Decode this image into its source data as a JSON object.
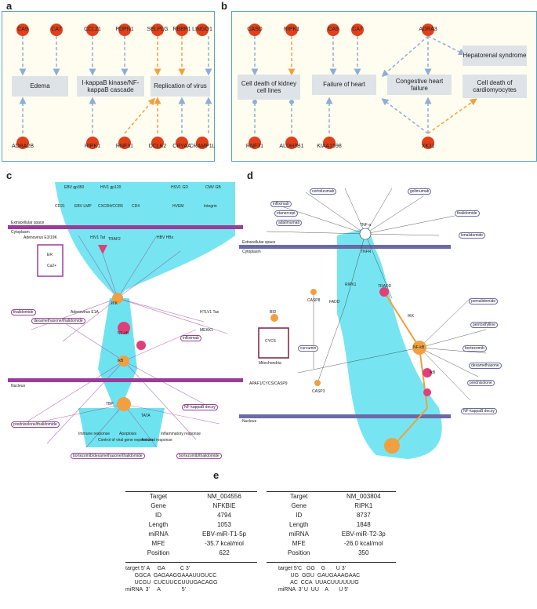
{
  "panel_letters": {
    "a": "a",
    "b": "b",
    "c": "c",
    "d": "d",
    "e": "e"
  },
  "panel_a": {
    "top_nodes": [
      "CA9",
      "CA7",
      "CCL21",
      "PDPN1",
      "SELPLG",
      "RBBP1",
      "LINGO1"
    ],
    "bottom_nodes": [
      "ADRA2B",
      "RIPK1",
      "RNF31",
      "DCLK2",
      "CRYAA",
      "CRAMP1L"
    ],
    "boxes": [
      "Edema",
      "I-kappaB kinase/NF-kappaB cascade",
      "Replication of virus"
    ]
  },
  "panel_b": {
    "top_nodes": [
      "CASD",
      "RIPK1",
      "CA9",
      "CA7",
      "ADRA3"
    ],
    "bottom_nodes": [
      "RNF31",
      "ALDH3B1",
      "KIAA1598",
      "XK11"
    ],
    "boxes": [
      "Cell death of kidney cell lines",
      "Failure of heart",
      "Congestive heart failure",
      "Hepatorenal syndrome",
      "Cell death of cardiomyocytes"
    ]
  },
  "panel_c": {
    "extracellular": "Extracellular space",
    "cytoplasm": "Cytoplasm",
    "nucleus": "Nucleus",
    "top_labels": [
      "EBV gp350",
      "HIV1 gp120",
      "HSV1 GD",
      "CMV GB",
      "CD21",
      "EBV LMP",
      "CXCR4/CCR5",
      "CD4",
      "HVEM",
      "Integrin"
    ],
    "mid_labels": [
      "Adenovirus E3/19K",
      "ER",
      "Ca2+",
      "HIV1 Tat",
      "TRAF2",
      "IKK",
      "HBV HBx",
      "HTLV1 Tax",
      "Adenovirus E1A",
      "MEKK1",
      "NF-kB",
      "IkB",
      "TBP",
      "TATA"
    ],
    "drug_tags": [
      "thalidomide",
      "dexamethasone/thalidomide",
      "infliximab",
      "prednisolone/thalidomide",
      "bortezomib/dexamethasone/thalidomide",
      "bortezomib/thalidomide",
      "NF-kappaB decoy"
    ],
    "outcomes": [
      "Immune response",
      "Control of viral gene expression",
      "Apoptosis",
      "Antiviral response",
      "Inflammatory response"
    ]
  },
  "panel_d": {
    "extracellular": "Extracellular space",
    "cytoplasm": "Cytoplasm",
    "nucleus": "Nucleus",
    "labels": [
      "TNF-a",
      "TNFR",
      "RIPK1",
      "TRADD",
      "FADD",
      "CASP8",
      "BID",
      "CYCS",
      "Mitochondria",
      "APAF1/CYCS/CASP9",
      "CASP3",
      "NF-kB",
      "IkB",
      "IKK"
    ],
    "drug_tags": [
      "infliximab",
      "etanercept",
      "adalimumab",
      "certolizumab",
      "golimumab",
      "thalidomide",
      "lenalidomide",
      "pomalidomide",
      "pentoxifylline",
      "bortezomib",
      "dexamethasone",
      "prednisolone",
      "NF-kappaB decoy",
      "curcumin"
    ]
  },
  "panel_e": {
    "left": {
      "rows": [
        [
          "Target",
          "NM_004556"
        ],
        [
          "Gene",
          "NFKBIE"
        ],
        [
          "ID",
          "4794"
        ],
        [
          "Length",
          "1053"
        ],
        [
          "miRNA",
          "EBV-miR-T1-5p"
        ],
        [
          "MFE",
          "-35.7 kcal/mol"
        ],
        [
          "Position",
          "622"
        ]
      ],
      "alignment": [
        "target 5' A     GA          C 3'",
        "      GGCA  GAGAAGGAAAUUGUCC",
        "      UCGU  CUCUUCCUUUGACAGG",
        "miRNA  3'     A              5'"
      ]
    },
    "right": {
      "rows": [
        [
          "Target",
          "NM_003804"
        ],
        [
          "Gene",
          "RIPK1"
        ],
        [
          "ID",
          "8737"
        ],
        [
          "Length",
          "1848"
        ],
        [
          "miRNA",
          "EBV-miR-T2-3p"
        ],
        [
          "MFE",
          "-26.0 kcal/mol"
        ],
        [
          "Position",
          "350"
        ]
      ],
      "alignment": [
        "target 5'C   GG    G       U 3'",
        "        UG  GGU  GAUGAAAGAAC",
        "        AC  CCA  UUACUUUUUUG",
        "miRNA  3' U  UU    A       U 5'"
      ]
    }
  },
  "colors": {
    "node": "#e0401a",
    "blue_arrow": "#8faed6",
    "orange_arrow": "#f0a040",
    "cyan": "#5ee0ee",
    "purple": "#9a3c9a",
    "navy": "#6a6aa8"
  }
}
